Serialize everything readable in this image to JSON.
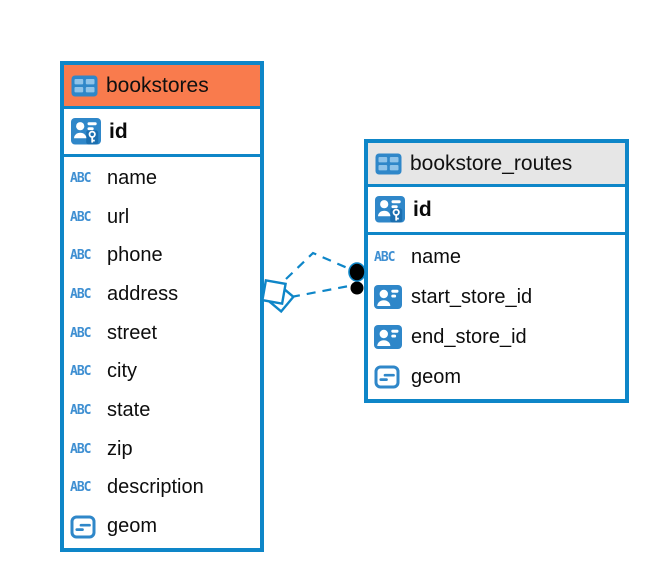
{
  "diagram": {
    "colors": {
      "accent_blue": "#0E86C8",
      "icon_blue": "#2F87C9",
      "icon_light_blue": "#8FC3E9",
      "abc_blue": "#3E8FD2",
      "bookstores_header": "#F97B4D",
      "routes_header": "#E6E6E6",
      "connector_endpoint_black": "#000000"
    },
    "connector": {
      "type": "foreign-key-relationship",
      "line_style": "dashed",
      "line_count": 2
    },
    "tables": {
      "bookstores": {
        "title": "bookstores",
        "header_color": "#F97B4D",
        "primary_key": {
          "name": "id",
          "icon": "primary-key-icon"
        },
        "fields": [
          {
            "name": "name",
            "type": "text",
            "icon": "text-type-icon"
          },
          {
            "name": "url",
            "type": "text",
            "icon": "text-type-icon"
          },
          {
            "name": "phone",
            "type": "text",
            "icon": "text-type-icon"
          },
          {
            "name": "address",
            "type": "text",
            "icon": "text-type-icon"
          },
          {
            "name": "street",
            "type": "text",
            "icon": "text-type-icon"
          },
          {
            "name": "city",
            "type": "text",
            "icon": "text-type-icon"
          },
          {
            "name": "state",
            "type": "text",
            "icon": "text-type-icon"
          },
          {
            "name": "zip",
            "type": "text",
            "icon": "text-type-icon"
          },
          {
            "name": "description",
            "type": "text",
            "icon": "text-type-icon"
          },
          {
            "name": "geom",
            "type": "geometry",
            "icon": "geometry-type-icon"
          }
        ]
      },
      "bookstore_routes": {
        "title": "bookstore_routes",
        "header_color": "#E6E6E6",
        "primary_key": {
          "name": "id",
          "icon": "primary-key-icon"
        },
        "fields": [
          {
            "name": "name",
            "type": "text",
            "icon": "text-type-icon"
          },
          {
            "name": "start_store_id",
            "type": "reference",
            "icon": "reference-type-icon"
          },
          {
            "name": "end_store_id",
            "type": "reference",
            "icon": "reference-type-icon"
          },
          {
            "name": "geom",
            "type": "geometry",
            "icon": "geometry-type-icon"
          }
        ]
      },
      "abc_icon_text": "ABC"
    }
  }
}
